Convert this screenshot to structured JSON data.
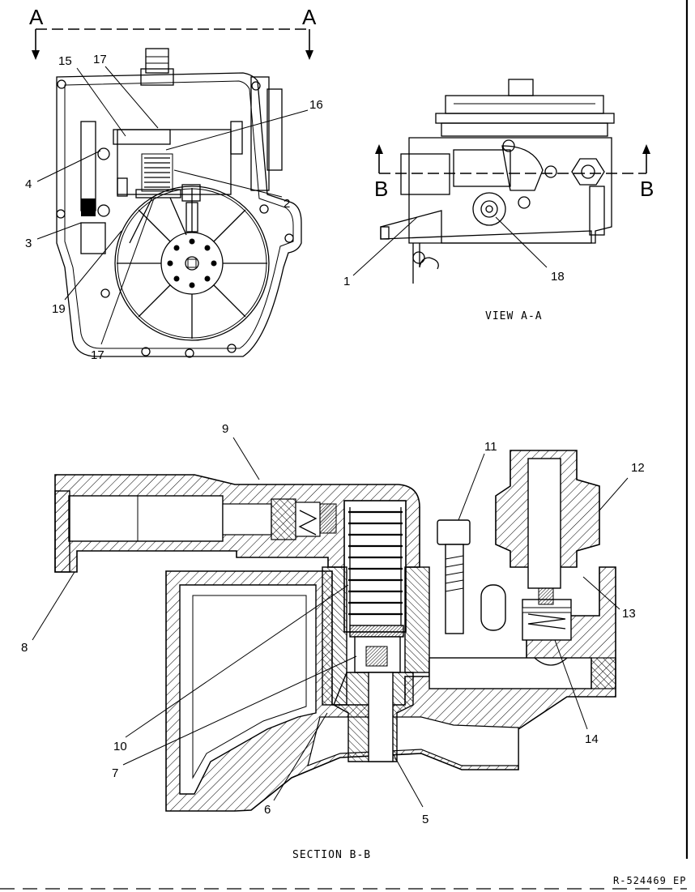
{
  "section_markers": {
    "a_left": "A",
    "a_right": "A",
    "b_left": "B",
    "b_right": "B"
  },
  "view_caption": "VIEW A-A",
  "section_caption": "SECTION B-B",
  "reference_code": "R-524469 EP",
  "callouts_top_left": {
    "c15": "15",
    "c17a": "17",
    "c16": "16",
    "c4": "4",
    "c2": "2",
    "c3": "3",
    "c19": "19",
    "c17b": "17"
  },
  "callouts_top_right": {
    "c1": "1",
    "c18": "18"
  },
  "callouts_section": {
    "c9": "9",
    "c11": "11",
    "c12": "12",
    "c13": "13",
    "c8": "8",
    "c10": "10",
    "c7": "7",
    "c14": "14",
    "c6": "6",
    "c5": "5"
  }
}
